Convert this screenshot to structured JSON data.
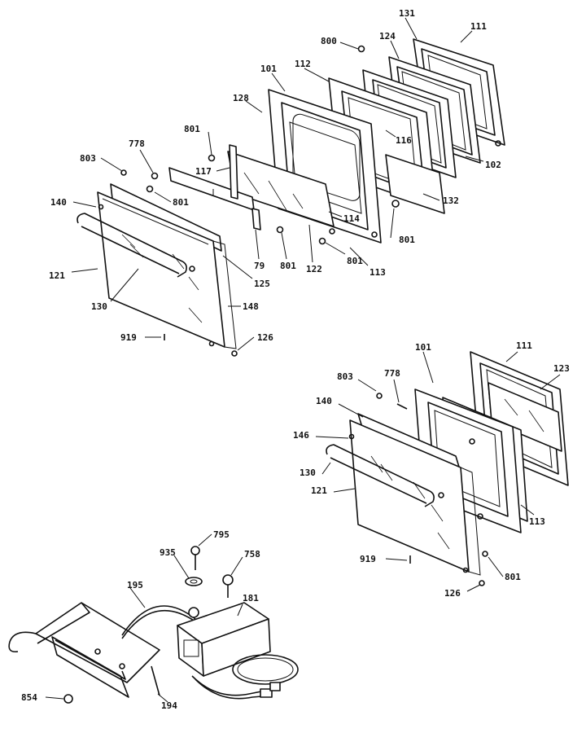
{
  "diagram": {
    "upper_door_labels": {
      "l131": "131",
      "l111a": "111",
      "l124": "124",
      "l800a": "800",
      "l101a": "101",
      "l112": "112",
      "l128": "128",
      "l801a": "801",
      "l778a": "778",
      "l803a": "803",
      "l117": "117",
      "l116": "116",
      "l102": "102",
      "l801b": "801",
      "l140a": "140",
      "l114": "114",
      "l132": "132",
      "l801c": "801",
      "l121a": "121",
      "l79": "79",
      "l801d": "801",
      "l122": "122",
      "l801e": "801",
      "l113a": "113",
      "l125": "125",
      "l130a": "130",
      "l148": "148",
      "l919a": "919",
      "l126a": "126"
    },
    "lower_door_labels": {
      "l101b": "101",
      "l111b": "111",
      "l803b": "803",
      "l778b": "778",
      "l123": "123",
      "l140b": "140",
      "l146": "146",
      "l130b": "130",
      "l121b": "121",
      "l113b": "113",
      "l919b": "919",
      "l801f": "801",
      "l126b": "126"
    },
    "latch_labels": {
      "l795": "795",
      "l935": "935",
      "l758": "758",
      "l195": "195",
      "l181": "181",
      "l854": "854",
      "l194": "194"
    }
  }
}
